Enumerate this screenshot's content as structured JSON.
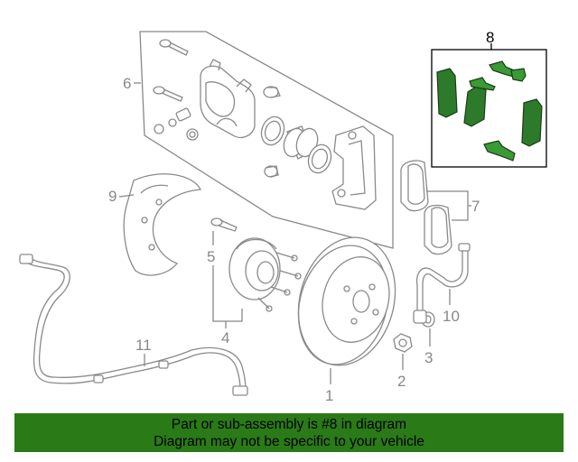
{
  "callouts": {
    "c1": "1",
    "c2": "2",
    "c3": "3",
    "c4": "4",
    "c5": "5",
    "c6": "6",
    "c7": "7",
    "c8": "8",
    "c9": "9",
    "c10": "10",
    "c11": "11"
  },
  "highlight": {
    "part_number": "8",
    "color": "#2d7a2b"
  },
  "banner": {
    "line1": "Part or sub-assembly is #8 in diagram",
    "line2": "Diagram may not be specific to your vehicle",
    "background": "#2b7a18"
  }
}
